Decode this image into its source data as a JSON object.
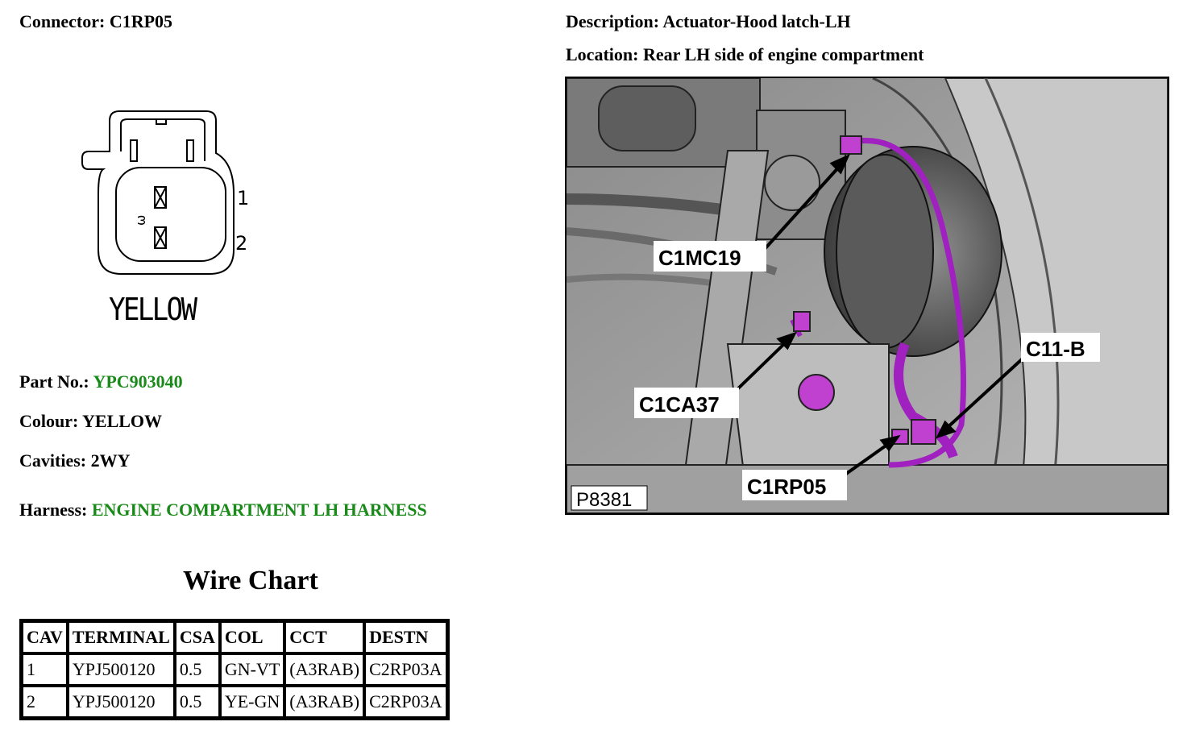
{
  "connector": {
    "label": "Connector:",
    "value": "C1RP05"
  },
  "description": {
    "label": "Description:",
    "value": "Actuator-Hood latch-LH"
  },
  "location": {
    "label": "Location:",
    "value": "Rear LH side of engine compartment"
  },
  "diagram": {
    "caption": "YELLOW",
    "pin_labels": [
      "1",
      "2"
    ],
    "key_mark": "ω"
  },
  "details": {
    "part_no": {
      "label": "Part No.:",
      "value": "YPC903040"
    },
    "colour": {
      "label": "Colour:",
      "value": "YELLOW"
    },
    "cavities": {
      "label": "Cavities:",
      "value": "2WY"
    },
    "harness": {
      "label": "Harness:",
      "value": "ENGINE COMPARTMENT LH HARNESS"
    }
  },
  "wire_chart": {
    "title": "Wire Chart",
    "headers": [
      "CAV",
      "TERMINAL",
      "CSA",
      "COL",
      "CCT",
      "DESTN"
    ],
    "rows": [
      [
        "1",
        "YPJ500120",
        "0.5",
        "GN-VT",
        "(A3RAB)",
        "C2RP03A"
      ],
      [
        "2",
        "YPJ500120",
        "0.5",
        "YE-GN",
        "(A3RAB)",
        "C2RP03A"
      ]
    ]
  },
  "photo": {
    "figure_id": "P8381",
    "callouts": [
      "C1MC19",
      "C1CA37",
      "C11-B",
      "C1RP05"
    ]
  },
  "colors": {
    "value_green": "#1a8a1a",
    "harness_purple": "#a020c0"
  }
}
